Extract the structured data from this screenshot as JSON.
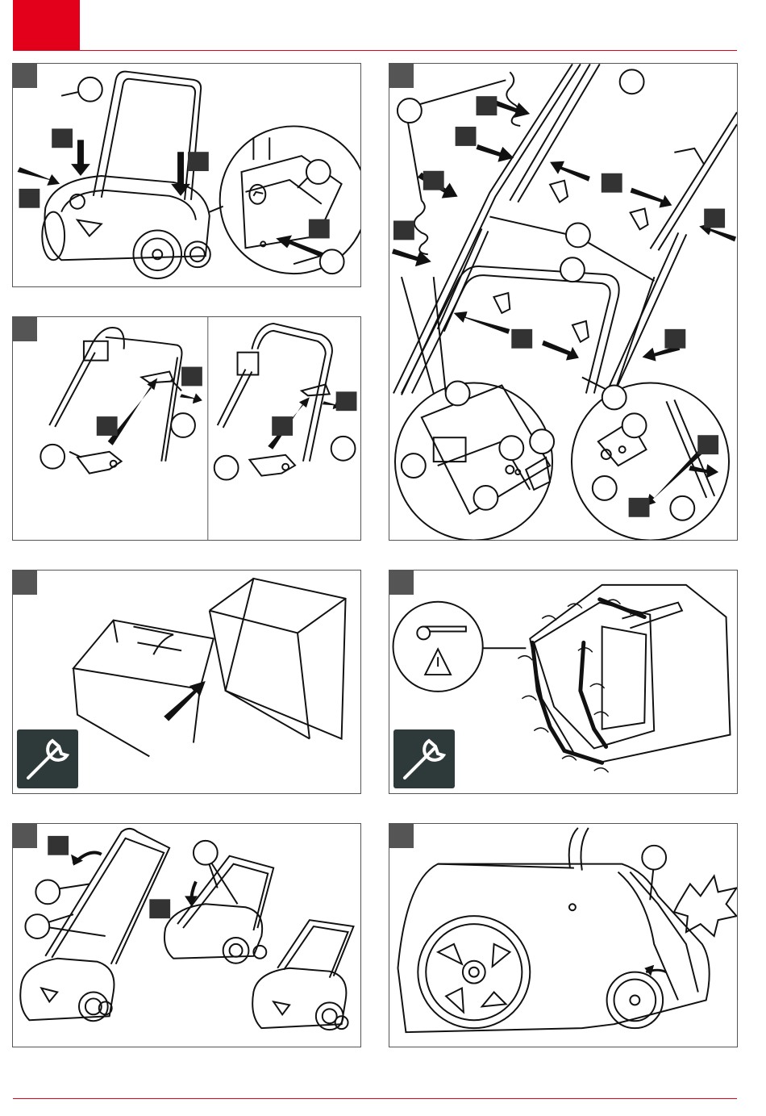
{
  "colors": {
    "brand_red": "#e3001b",
    "step_badge": "#555555",
    "callout_square": "#333333",
    "tool_tile": "#2d3a39",
    "line": "#111111"
  },
  "panels": [
    {
      "id": "1",
      "icons": [
        "handle-mounting-illustration"
      ]
    },
    {
      "id": "2",
      "icons": [
        "handle-clamp-illustration"
      ]
    },
    {
      "id": "3",
      "icons": [
        "handle-assembly-illustration"
      ]
    },
    {
      "id": "4",
      "icons": [
        "grass-box-frame-illustration",
        "wrench-icon"
      ]
    },
    {
      "id": "5",
      "icons": [
        "grass-box-clips-illustration",
        "wrench-icon",
        "warning-icon"
      ]
    },
    {
      "id": "6",
      "icons": [
        "handle-folding-illustration"
      ]
    },
    {
      "id": "7",
      "icons": [
        "discharge-flap-illustration"
      ]
    }
  ]
}
